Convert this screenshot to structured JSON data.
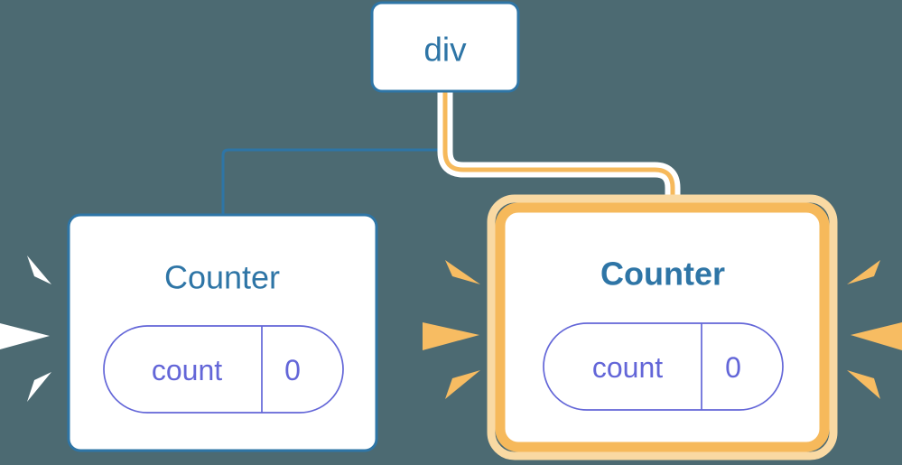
{
  "theme": {
    "background": "#4c6a72",
    "node_border": "#2e75a6",
    "node_fill": "#ffffff",
    "node_label_color": "#2e75a6",
    "pill_stroke": "#6366d8",
    "pill_text_color": "#6366d8",
    "highlight_outer": "#f9d9a3",
    "highlight_inner": "#f6b95b",
    "sparkle_white": "#ffffff",
    "sparkle_orange": "#f7bc62",
    "edge_blue": "#2e75a6",
    "edge_orange": "#f6b95b",
    "edge_halo": "#ffffff"
  },
  "diagram": {
    "type": "component-tree",
    "root": {
      "name": "root-node",
      "label": "div",
      "highlighted": false
    },
    "children": [
      {
        "name": "counter-left",
        "label": "Counter",
        "highlighted": false,
        "emphasis": "normal",
        "state": {
          "key": "count",
          "value": "0"
        },
        "sparkle_color": "#ffffff",
        "sparkle_sides": [
          "left"
        ]
      },
      {
        "name": "counter-right",
        "label": "Counter",
        "highlighted": true,
        "emphasis": "bold",
        "state": {
          "key": "count",
          "value": "0"
        },
        "sparkle_color": "#f7bc62",
        "sparkle_sides": [
          "left",
          "right"
        ]
      }
    ],
    "edges": [
      {
        "name": "edge-root-to-left-counter",
        "from": "root-node",
        "to": "counter-left",
        "color": "#2e75a6",
        "active": false
      },
      {
        "name": "edge-root-to-right-counter",
        "from": "root-node",
        "to": "counter-right",
        "color": "#f6b95b",
        "active": true
      }
    ]
  }
}
